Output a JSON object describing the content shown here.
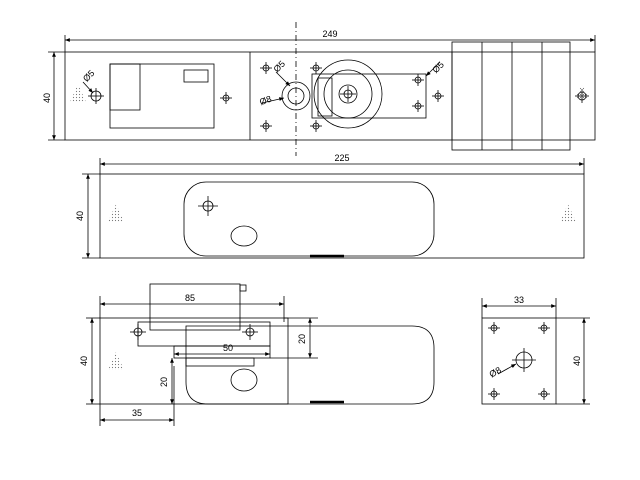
{
  "colors": {
    "line": "#000000",
    "background": "#ffffff",
    "hatch": "#777777"
  },
  "top_view": {
    "overall_length": "249",
    "height": "40",
    "hole_left": "Ø5",
    "hole_center": "Ø5",
    "bore": "Ø8",
    "hole_right": "Ø5"
  },
  "middle_view": {
    "overall_length": "225",
    "height": "40"
  },
  "bottom_view": {
    "bracket_width": "85",
    "inner_width": "50",
    "height": "40",
    "offset_height": "20",
    "riser_height": "20",
    "offset_length": "35"
  },
  "side_view": {
    "width": "33",
    "height": "40",
    "bore": "Ø8"
  }
}
